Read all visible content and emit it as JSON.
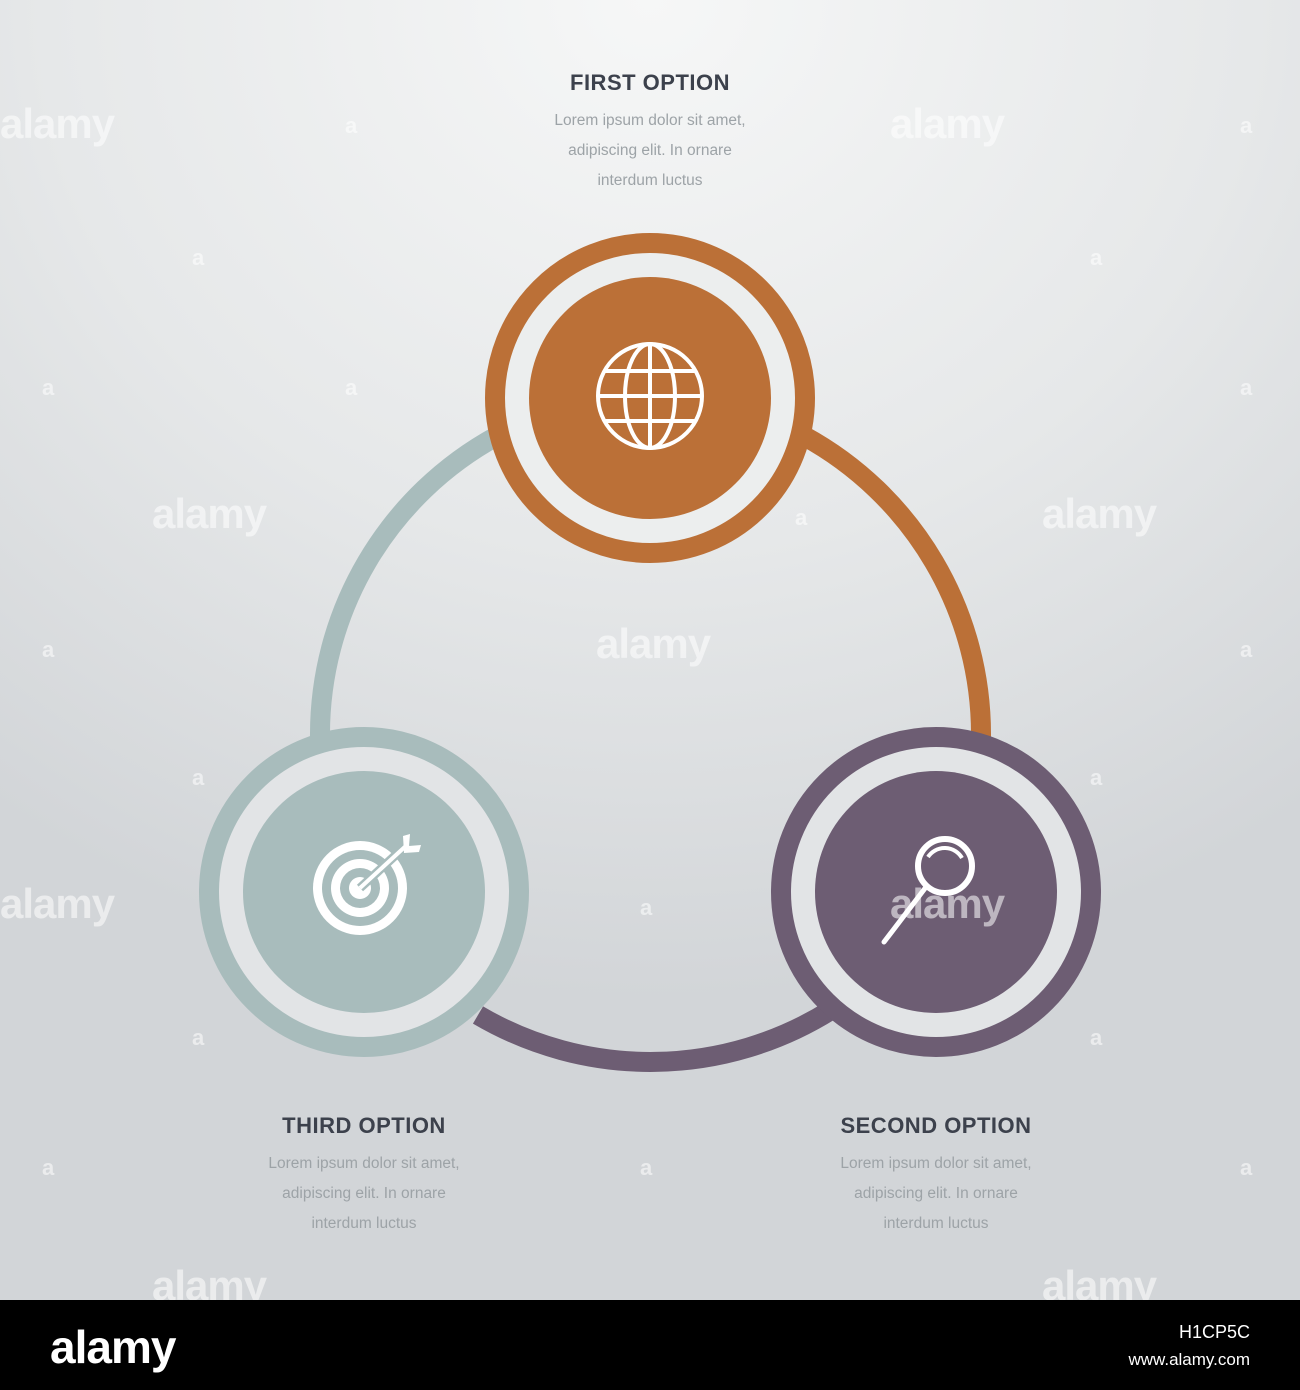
{
  "options": [
    {
      "title": "FIRST OPTION",
      "lines": [
        "Lorem ipsum dolor sit amet,",
        "adipiscing elit. In ornare",
        "interdum luctus"
      ],
      "color": "#bb7037",
      "icon": "globe-icon"
    },
    {
      "title": "SECOND OPTION",
      "lines": [
        "Lorem ipsum dolor sit amet,",
        "adipiscing elit. In ornare",
        "interdum luctus"
      ],
      "color": "#6d5d73",
      "icon": "magnifier-icon"
    },
    {
      "title": "THIRD OPTION",
      "lines": [
        "Lorem ipsum dolor sit amet,",
        "adipiscing elit. In ornare",
        "interdum luctus"
      ],
      "color": "#a8bcbc",
      "icon": "target-icon"
    }
  ],
  "watermark": {
    "text": "alamy",
    "badge": "a"
  },
  "footer": {
    "logo": "alamy",
    "image_id": "H1CP5C",
    "url": "www.alamy.com"
  }
}
